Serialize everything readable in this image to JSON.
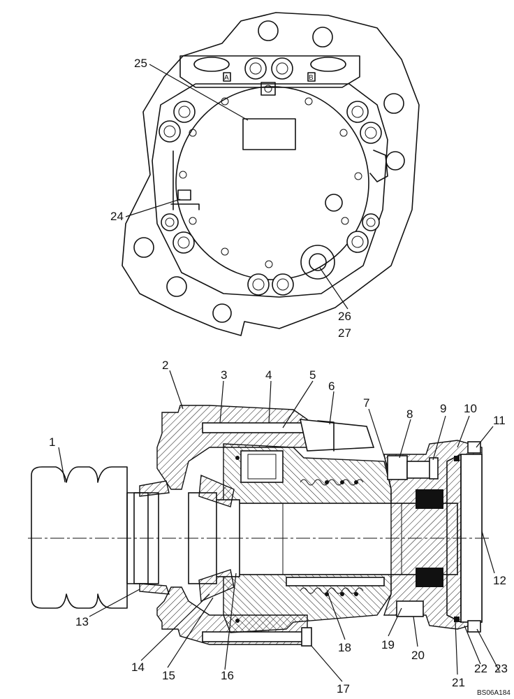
{
  "figure_code": "BS06A184",
  "port_labels": {
    "a": "A",
    "b": "B"
  },
  "callouts": [
    "1",
    "2",
    "3",
    "4",
    "5",
    "6",
    "7",
    "8",
    "9",
    "10",
    "11",
    "12",
    "13",
    "14",
    "15",
    "16",
    "17",
    "18",
    "19",
    "20",
    "21",
    "22",
    "23",
    "24",
    "25",
    "26",
    "27"
  ]
}
